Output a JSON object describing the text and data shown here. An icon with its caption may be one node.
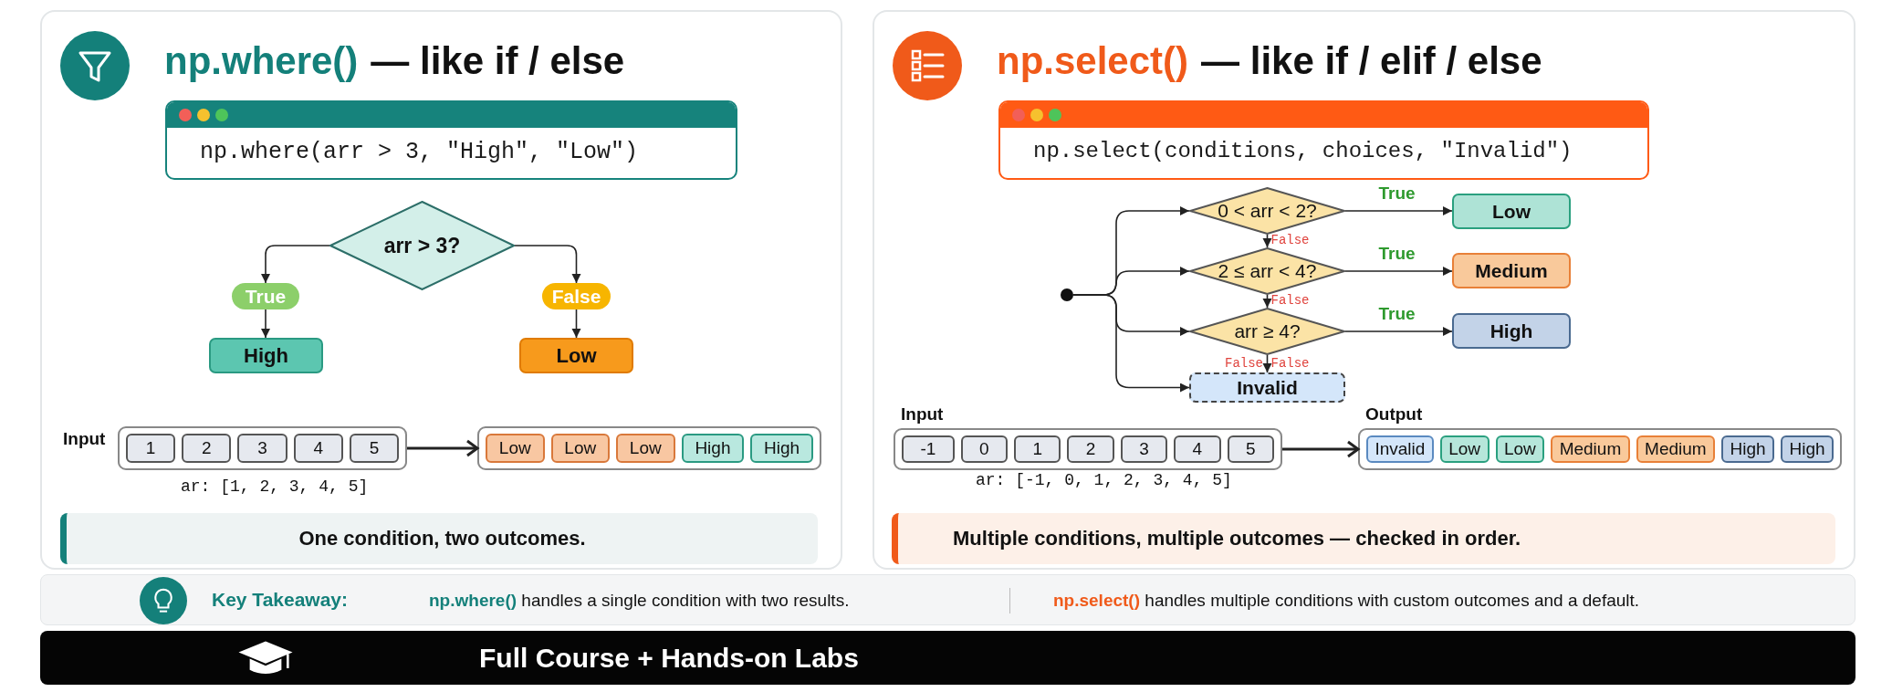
{
  "diagram": {
    "nodes": [
      {
        "text": [
          "np.where()",
          "— like if / else"
        ]
      },
      {
        "text": [
          "np.where(arr > 3, \"High\", \"Low\")"
        ],
        "in": 0
      },
      {
        "text": [
          "arr > 3?"
        ],
        "in": 0
      },
      {
        "text": [
          "True"
        ],
        "in": 0
      },
      {
        "text": [
          "False"
        ],
        "in": 0
      },
      {
        "text": [
          "High"
        ],
        "in": 0
      },
      {
        "text": [
          "Low"
        ],
        "in": 0
      },
      {
        "text": [],
        "shape": "box",
        "in": 0,
        "beside": [
          "Input",
          "ar: [1, 2, 3, 4, 5]"
        ]
      },
      {
        "text": [
          "1"
        ],
        "in": 7
      },
      {
        "text": [
          "2"
        ],
        "in": 7
      },
      {
        "text": [
          "3"
        ],
        "in": 7
      },
      {
        "text": [
          "4"
        ],
        "in": 7
      },
      {
        "text": [
          "5"
        ],
        "in": 7
      },
      {
        "text": [],
        "shape": "box",
        "in": 0
      },
      {
        "text": [
          "Low"
        ],
        "in": 13
      },
      {
        "text": [
          "Low"
        ],
        "in": 13
      },
      {
        "text": [
          "Low"
        ],
        "in": 13
      },
      {
        "text": [
          "High"
        ],
        "in": 13
      },
      {
        "text": [
          "High"
        ],
        "in": 13
      },
      {
        "text": [
          "One condition, two outcomes."
        ],
        "in": 0
      },
      {
        "text": [
          "np.select()",
          "— like if / elif / else"
        ]
      },
      {
        "text": [
          "np.select(conditions, choices, \"Invalid\")"
        ],
        "in": 20
      },
      {
        "text": [],
        "shape": "circle",
        "in": 20
      },
      {
        "text": [
          "0 < arr < 2?"
        ],
        "in": 20
      },
      {
        "text": [
          "2 ≤ arr < 4?"
        ],
        "in": 20
      },
      {
        "text": [
          "arr ≥ 4?"
        ],
        "in": 20
      },
      {
        "text": [
          "Low"
        ],
        "in": 20
      },
      {
        "text": [
          "Medium"
        ],
        "in": 20
      },
      {
        "text": [
          "High"
        ],
        "in": 20
      },
      {
        "text": [
          "Invalid"
        ],
        "in": 20
      },
      {
        "text": [],
        "shape": "box",
        "in": 20,
        "beside": [
          "Input",
          "ar: [-1, 0, 1, 2, 3, 4, 5]"
        ]
      },
      {
        "text": [
          "-1"
        ],
        "in": 30
      },
      {
        "text": [
          "0"
        ],
        "in": 30
      },
      {
        "text": [
          "1"
        ],
        "in": 30
      },
      {
        "text": [
          "2"
        ],
        "in": 30
      },
      {
        "text": [
          "3"
        ],
        "in": 30
      },
      {
        "text": [
          "4"
        ],
        "in": 30
      },
      {
        "text": [
          "5"
        ],
        "in": 30
      },
      {
        "text": [],
        "shape": "box",
        "in": 20,
        "beside": [
          "Output"
        ]
      },
      {
        "text": [
          "Invalid"
        ],
        "in": 38
      },
      {
        "text": [
          "Low"
        ],
        "in": 38
      },
      {
        "text": [
          "Low"
        ],
        "in": 38
      },
      {
        "text": [
          "Medium"
        ],
        "in": 38
      },
      {
        "text": [
          "Medium"
        ],
        "in": 38
      },
      {
        "text": [
          "High"
        ],
        "in": 38
      },
      {
        "text": [
          "High"
        ],
        "in": 38
      },
      {
        "text": [
          "Multiple conditions, multiple outcomes — checked in order."
        ],
        "in": 20
      },
      {
        "text": [
          "Key Takeaway:",
          "**np.where()** handles a single condition with two results.",
          "**np.select()** handles multiple conditions with custom outcomes and a default."
        ]
      },
      {
        "text": [
          "Full Course + Hands-on Labs"
        ]
      }
    ],
    "edges": [
      {
        "from": 2,
        "to": 3,
        "arrow": "to"
      },
      {
        "from": 2,
        "to": 4,
        "arrow": "to"
      },
      {
        "from": 3,
        "to": 5,
        "arrow": "to"
      },
      {
        "from": 4,
        "to": 6,
        "arrow": "to"
      },
      {
        "from": 7,
        "to": 13,
        "arrow": "to"
      },
      {
        "from": 22,
        "to": 23,
        "arrow": "to"
      },
      {
        "from": 22,
        "to": 24,
        "arrow": "to"
      },
      {
        "from": 22,
        "to": 25,
        "arrow": "to"
      },
      {
        "from": 22,
        "to": 29,
        "arrow": "to"
      },
      {
        "from": 23,
        "to": 26,
        "arrow": "to",
        "label": "True"
      },
      {
        "from": 24,
        "to": 27,
        "arrow": "to",
        "label": "True"
      },
      {
        "from": 25,
        "to": 28,
        "arrow": "to",
        "label": "True"
      },
      {
        "from": 23,
        "to": 24,
        "arrow": "to",
        "label": "False"
      },
      {
        "from": 24,
        "to": 25,
        "arrow": "to",
        "label": "False"
      },
      {
        "from": 25,
        "to": 29,
        "arrow": "to",
        "label": "False"
      },
      {
        "from": 30,
        "to": 38,
        "arrow": "to"
      }
    ],
    "labels": [
      "False"
    ]
  }
}
